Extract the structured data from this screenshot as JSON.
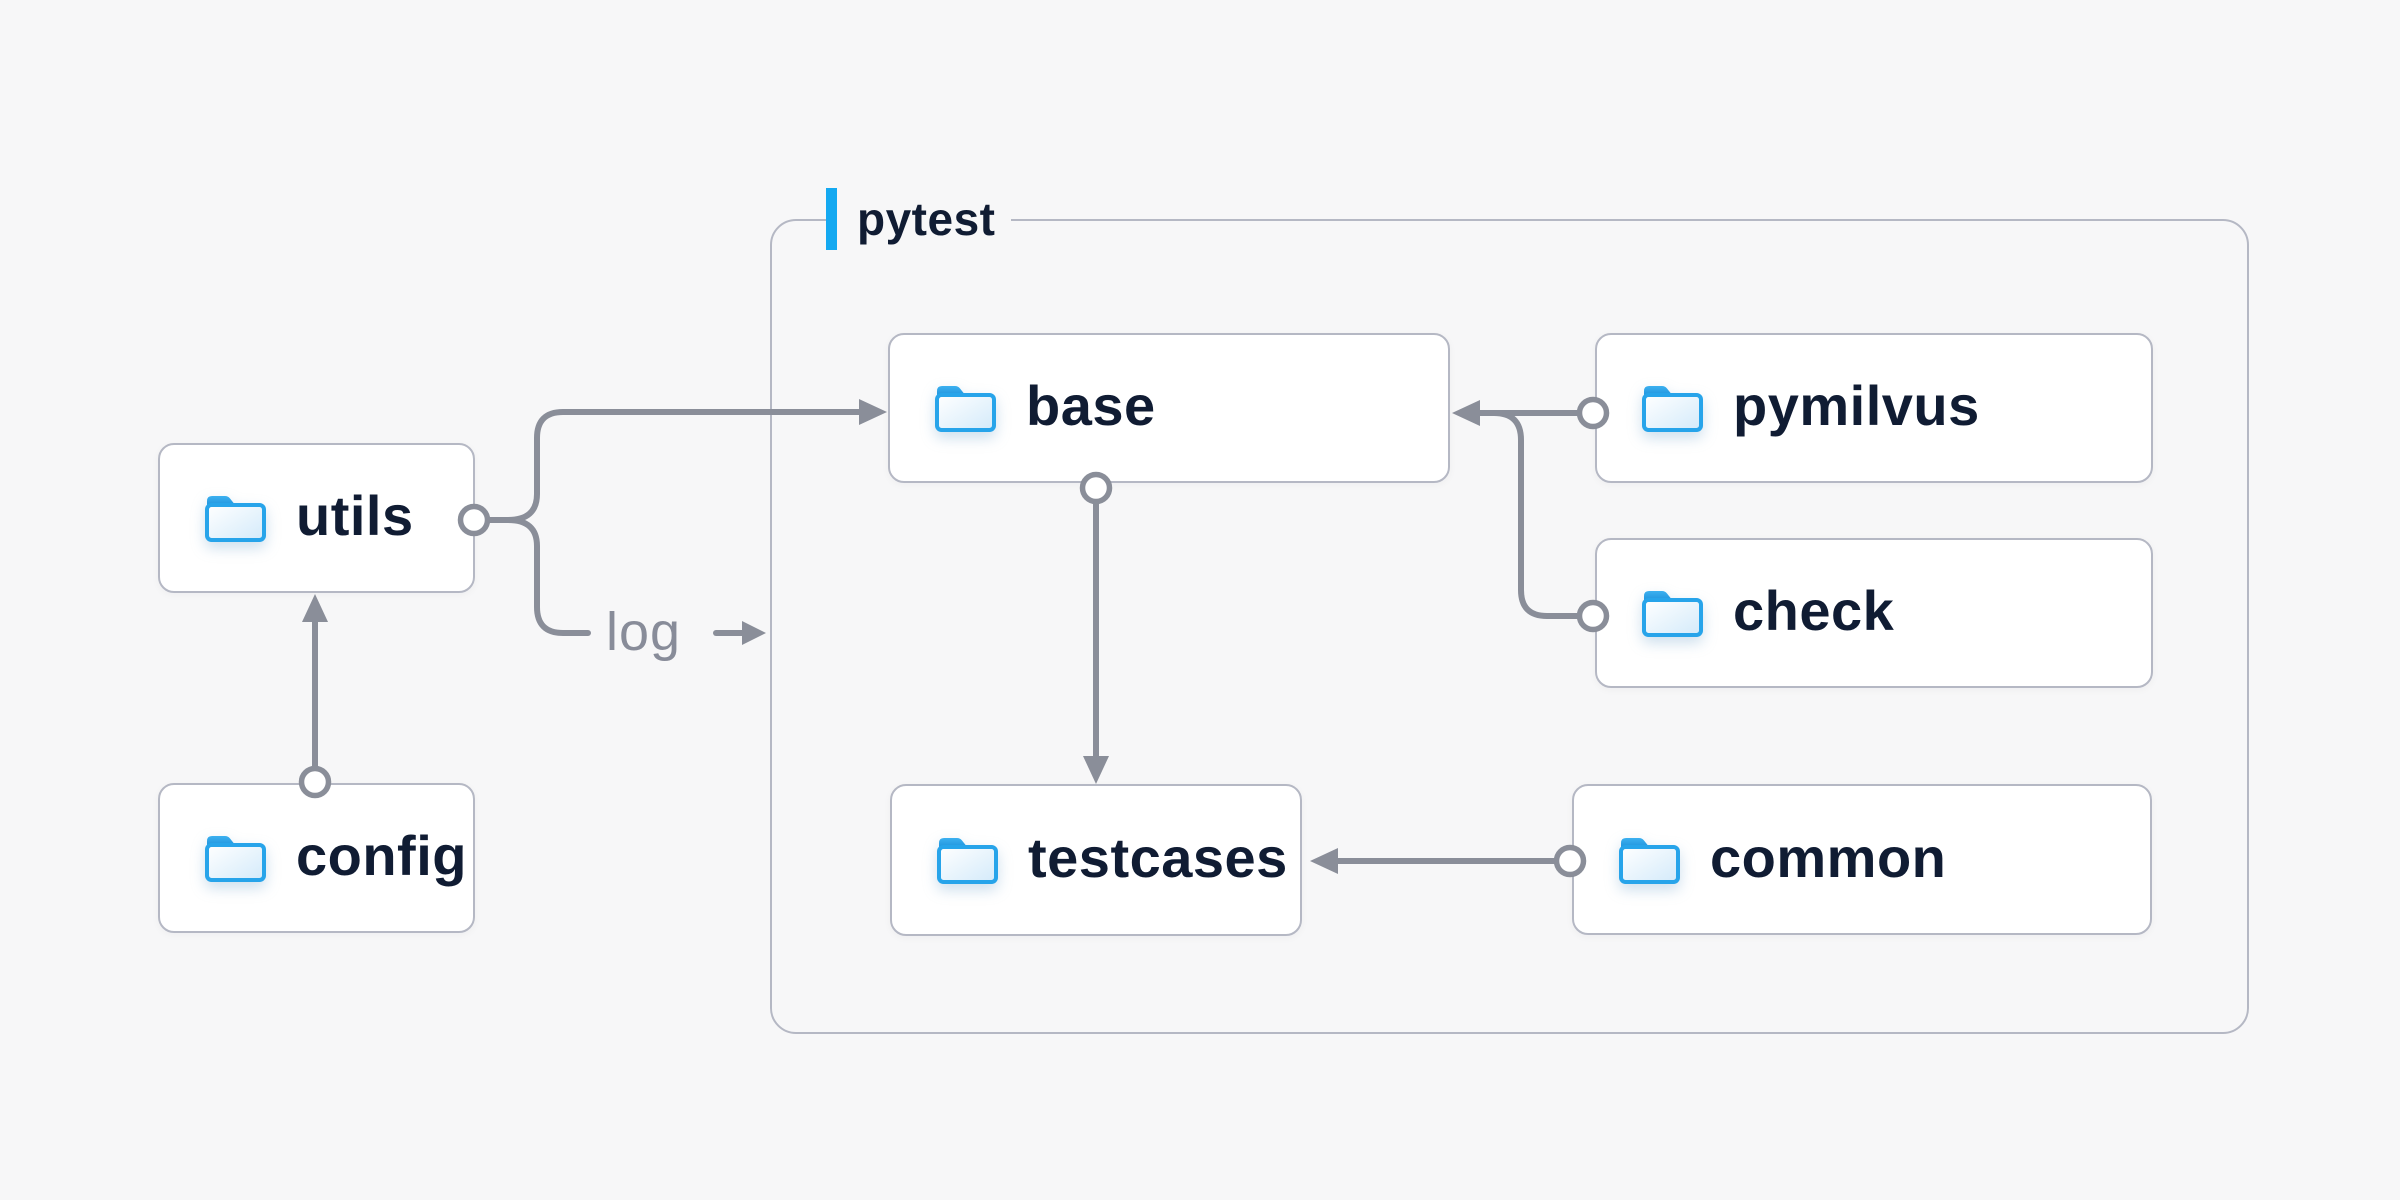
{
  "group": {
    "label": "pytest"
  },
  "nodes": {
    "utils": {
      "label": "utils"
    },
    "config": {
      "label": "config"
    },
    "base": {
      "label": "base"
    },
    "testcases": {
      "label": "testcases"
    },
    "pymilvus": {
      "label": "pymilvus"
    },
    "check": {
      "label": "check"
    },
    "common": {
      "label": "common"
    }
  },
  "edges": {
    "log_label": "log",
    "list": [
      {
        "from": "config",
        "to": "utils"
      },
      {
        "from": "utils",
        "to": "base"
      },
      {
        "from": "utils",
        "to": "log",
        "label": "log"
      },
      {
        "from": "base",
        "to": "testcases"
      },
      {
        "from": "pymilvus",
        "to": "base"
      },
      {
        "from": "check",
        "to": "base"
      },
      {
        "from": "common",
        "to": "testcases"
      }
    ]
  },
  "colors": {
    "background": "#f7f7f8",
    "node_fill": "#ffffff",
    "border_gray": "#b5b8c4",
    "line_gray": "#8a8e99",
    "text_navy": "#101c33",
    "accent_blue": "#14a9f1",
    "folder_blue": "#27a4ea"
  }
}
